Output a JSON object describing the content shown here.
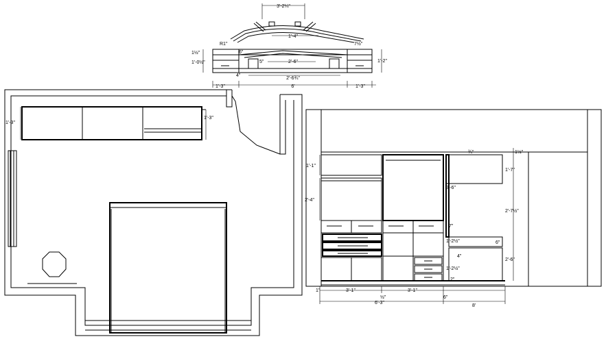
{
  "top_unit": {
    "dims": {
      "top_width": "3'-2¼\"",
      "mid_width": "1'-4\"",
      "radius": "R1\"",
      "offset_a": "6\"",
      "offset_b": "7½\"",
      "left_h1": "1½\"",
      "left_h2": "1'-0½\"",
      "small_a": "5\"",
      "small_b": "4\"",
      "center": "2'-6\"",
      "lower": "2'-6¾\"",
      "right_h": "1'-2\"",
      "bottom_left": "1'-3\"",
      "bottom_mid": "6'",
      "bottom_right": "1'-3\""
    }
  },
  "plan": {
    "dims": {
      "left_depth": "1'-3\"",
      "right_depth": "1'-3\""
    }
  },
  "elevation": {
    "dims": {
      "top_left": "1'-1\"",
      "left_mid": "2'-4\"",
      "top_small": "¾\"",
      "top_right": "1½\"",
      "right_1": "1'-7\"",
      "middle": "3'-6\"",
      "right_2": "2'-7½\"",
      "drawer": "7\"",
      "mid_small": "1'-2½\"",
      "mid_small_r": "6\"",
      "right_3": "2'-6\"",
      "four": "4\"",
      "low_small": "1'-2½\"",
      "two": "2\"",
      "one": "1\"",
      "bay1": "3'-1\"",
      "bay2": "3'-1\"",
      "half": "½\"",
      "six_a": "6\"",
      "total": "6'-3\"",
      "total_right": "8'"
    }
  }
}
